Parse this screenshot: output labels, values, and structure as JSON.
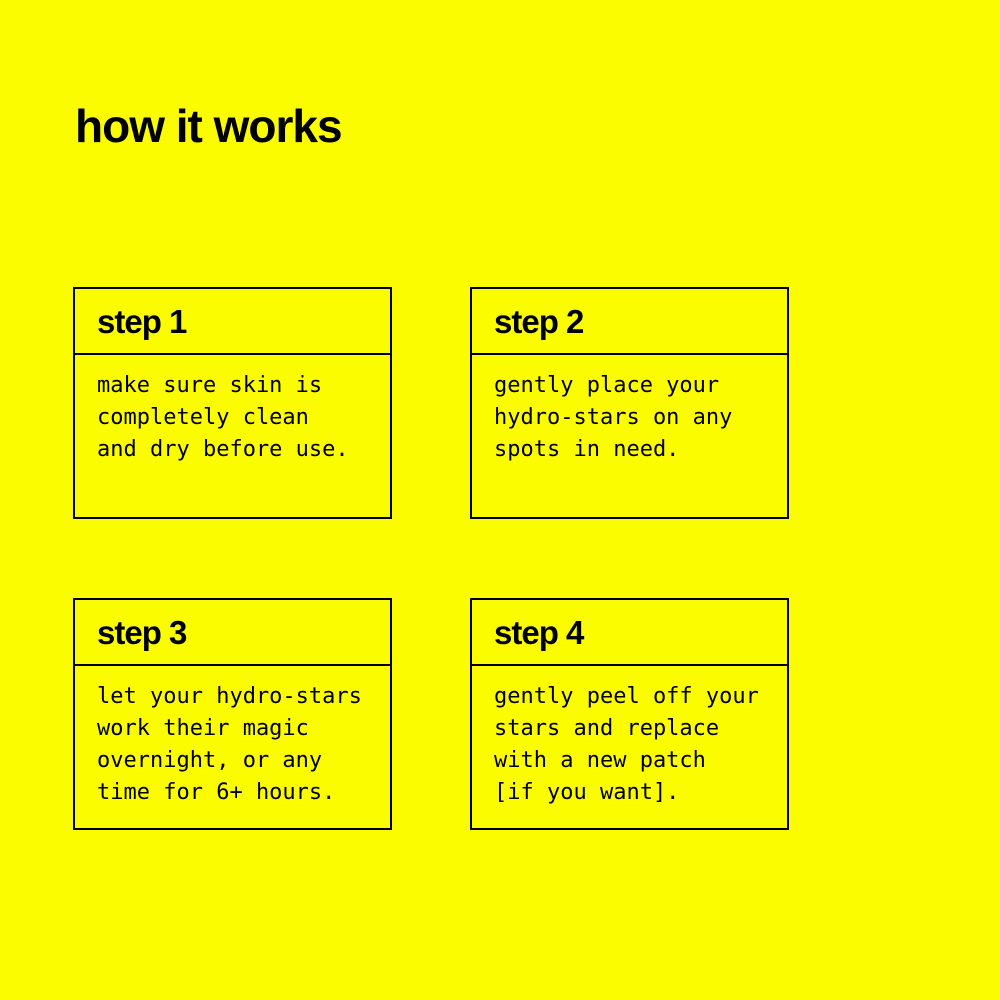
{
  "page": {
    "title": "how it works"
  },
  "colors": {
    "background": "#FCFC00",
    "text": "#000000",
    "card_border": "#000000"
  },
  "steps": [
    {
      "label": "step 1",
      "body": "make sure skin is\ncompletely clean\nand dry before use."
    },
    {
      "label": "step 2",
      "body": "gently place your\nhydro-stars on any\nspots in need."
    },
    {
      "label": "step 3",
      "body": "let your hydro-stars\nwork their magic\novernight, or any\ntime for 6+ hours."
    },
    {
      "label": "step 4",
      "body": "gently peel off your\nstars and replace\nwith a new patch\n[if you want]."
    }
  ]
}
